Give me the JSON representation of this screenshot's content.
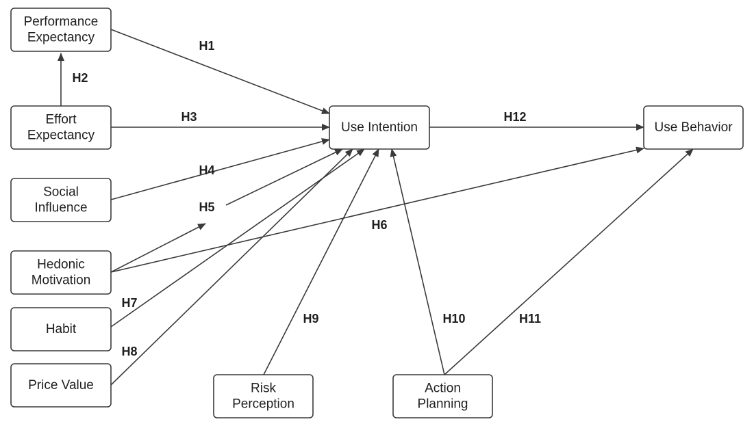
{
  "nodes": {
    "pe": [
      "Performance",
      "Expectancy"
    ],
    "ee": [
      "Effort",
      "Expectancy"
    ],
    "si": [
      "Social",
      "Influence"
    ],
    "hm": [
      "Hedonic",
      "Motivation"
    ],
    "hab": [
      "Habit"
    ],
    "pv": [
      "Price Value"
    ],
    "rp": [
      "Risk",
      "Perception"
    ],
    "ap": [
      "Action",
      "Planning"
    ],
    "ui": [
      "Use Intention"
    ],
    "ub": [
      "Use Behavior"
    ]
  },
  "edges": [
    {
      "id": "h1",
      "label": "H1",
      "from": "pe",
      "to": "ui"
    },
    {
      "id": "h2",
      "label": "H2",
      "from": "ee",
      "to": "pe"
    },
    {
      "id": "h3",
      "label": "H3",
      "from": "ee",
      "to": "ui"
    },
    {
      "id": "h4",
      "label": "H4",
      "from": "si",
      "to": "ui"
    },
    {
      "id": "h5",
      "label": "H5",
      "from": "hm",
      "to": "ui"
    },
    {
      "id": "h6",
      "label": "H6",
      "from": "hm",
      "to": "ub"
    },
    {
      "id": "h7",
      "label": "H7",
      "from": "hab",
      "to": "ui"
    },
    {
      "id": "h8",
      "label": "H8",
      "from": "pv",
      "to": "ui"
    },
    {
      "id": "h9",
      "label": "H9",
      "from": "rp",
      "to": "ui"
    },
    {
      "id": "h10",
      "label": "H10",
      "from": "ap",
      "to": "ui"
    },
    {
      "id": "h11",
      "label": "H11",
      "from": "ap",
      "to": "ub"
    },
    {
      "id": "h12",
      "label": "H12",
      "from": "ui",
      "to": "ub"
    }
  ]
}
